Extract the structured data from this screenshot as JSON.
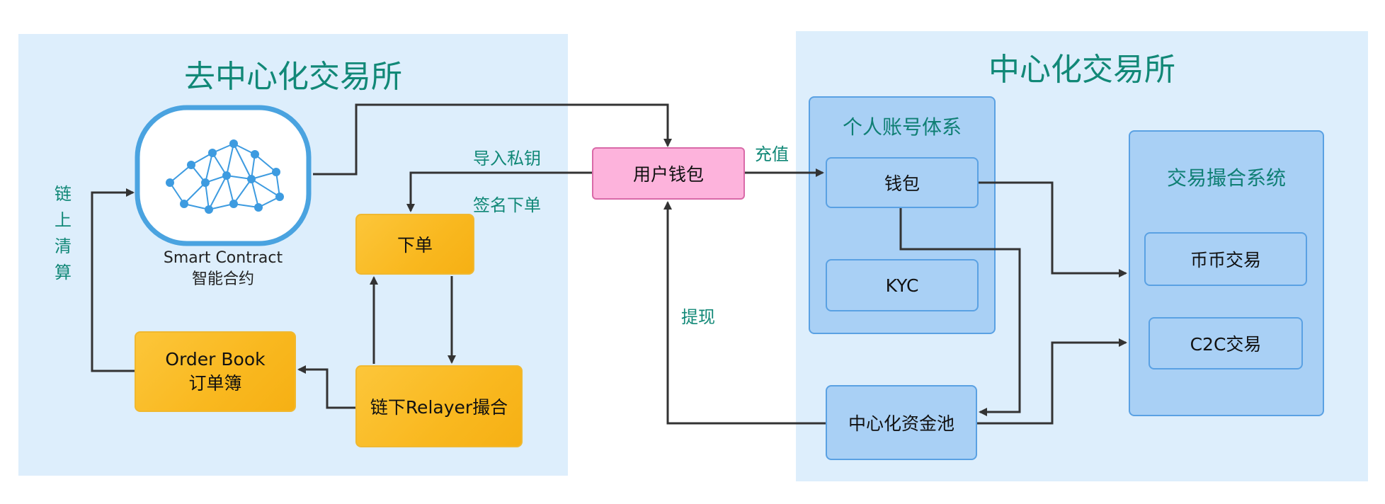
{
  "dex": {
    "title": "去中心化交易所",
    "smart_contract": {
      "label_en": "Smart Contract",
      "label_zh": "智能合约"
    },
    "order_book": {
      "line1": "Order Book",
      "line2": "订单簿"
    },
    "place_order": "下单",
    "relayer": "链下Relayer撮合",
    "settlement_label": "链上清算",
    "import_key_label": "导入私钥",
    "sign_order_label": "签名下单"
  },
  "user_wallet": "用户钱包",
  "recharge_label": "充值",
  "withdraw_label": "提现",
  "cex": {
    "title": "中心化交易所",
    "account_system": {
      "title": "个人账号体系",
      "wallet": "钱包",
      "kyc": "KYC"
    },
    "matching_system": {
      "title": "交易撮合系统",
      "spot": "币币交易",
      "c2c": "C2C交易"
    },
    "fund_pool": "中心化资金池"
  },
  "colors": {
    "panel_bg": "#ddeefc",
    "title_teal": "#118877",
    "orange_box": "#f9b81f",
    "blue_box": "#a9d0f5",
    "pink_box": "#fdb3dc",
    "arrow": "#333333"
  }
}
